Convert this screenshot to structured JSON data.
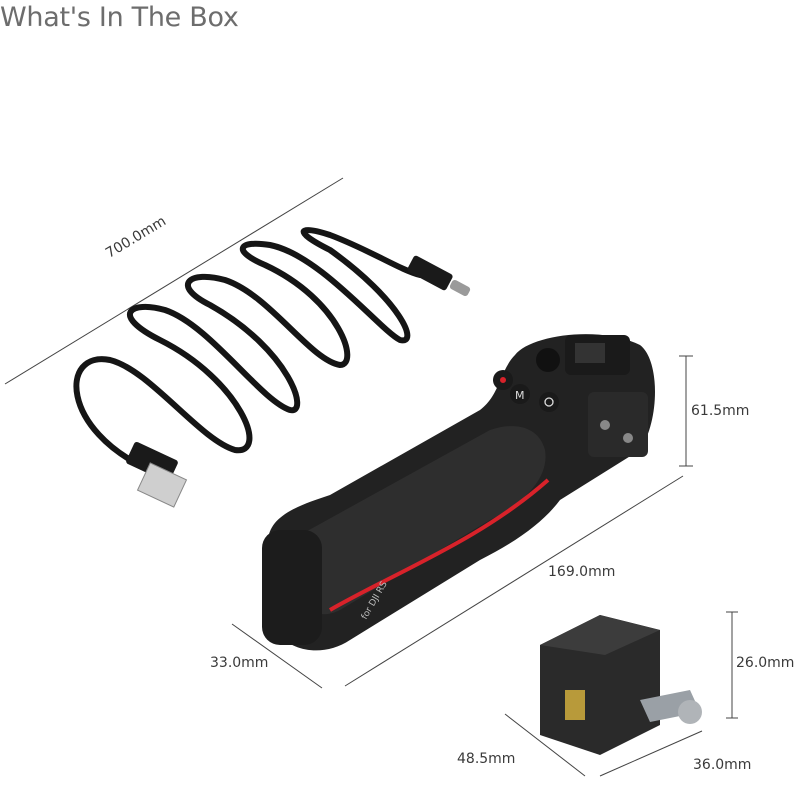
{
  "title": "What's In The Box",
  "dimensions": {
    "cable_length": "700.0mm",
    "handle_height": "61.5mm",
    "handle_length": "169.0mm",
    "handle_width": "33.0mm",
    "clamp_height": "26.0mm",
    "clamp_length": "48.5mm",
    "clamp_width": "36.0mm"
  },
  "product": {
    "handle_print": "for DJI RS",
    "button_labels": [
      "M"
    ],
    "accent_color": "#d8222a"
  }
}
